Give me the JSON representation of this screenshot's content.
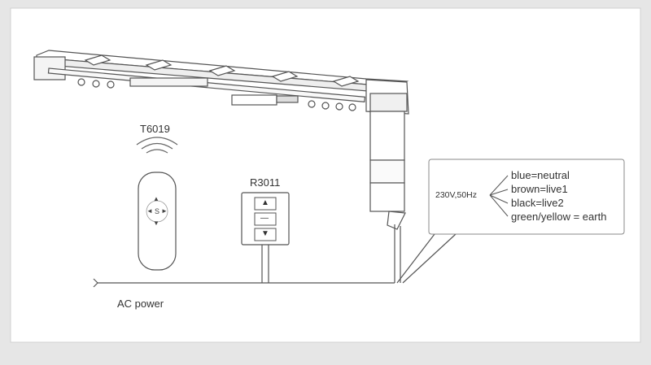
{
  "labels": {
    "remote_model": "T6019",
    "switch_model": "R3011",
    "ac_power": "AC power",
    "voltage": "230V,50Hz"
  },
  "wiring": [
    "blue=neutral",
    "brown=live1",
    "black=live2",
    "green/yellow = earth"
  ],
  "remote_buttons": {
    "up": "▲",
    "stop": "S",
    "down": "▼",
    "left": "◄",
    "right": "►"
  },
  "switch_buttons": {
    "up": "▲",
    "stop": "—",
    "down": "▼"
  },
  "colors": {
    "background": "#e6e6e6",
    "panel": "#ffffff",
    "line": "#555555"
  }
}
